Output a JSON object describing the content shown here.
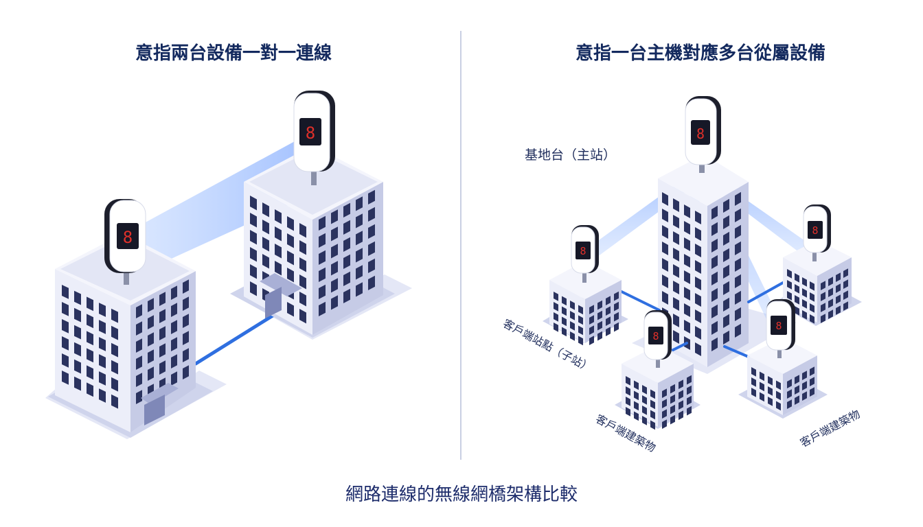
{
  "left_panel": {
    "title": "意指兩台設備一對一連線"
  },
  "right_panel": {
    "title": "意指一台主機對應多台從屬設備",
    "labels": {
      "base_station": "基地台（主站）",
      "subscriber_station": "客戶端站點（子站）",
      "client_building_1": "客戶端建築物",
      "client_building_2": "客戶端建築物"
    }
  },
  "caption": "網路連線的無線網橋架構比較",
  "device_display": "8",
  "colors": {
    "title": "#13295e",
    "beam": "#6fa3ff",
    "cable": "#2f6fe0",
    "building_front": "#eef0fa",
    "building_side": "#d5d9ef",
    "window": "#2b335f",
    "device_display": "#e0302a"
  }
}
